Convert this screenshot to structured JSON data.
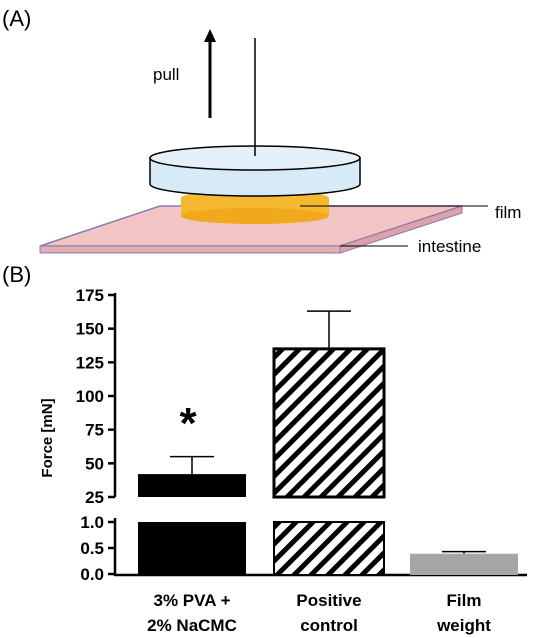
{
  "panel_a": {
    "label": "(A)",
    "pull_label": "pull",
    "film_label": "film",
    "intestine_label": "intestine",
    "colors": {
      "disc_fill": "#d6eaf8",
      "film_fill": "#f5b82e",
      "intestine_fill": "#f2c4c4",
      "intestine_edge": "#8a7ab8"
    }
  },
  "panel_b": {
    "label": "(B)",
    "chart_data": {
      "type": "bar",
      "ylabel": "Force [mN]",
      "axis_break": true,
      "upper_ylim": [
        25,
        175
      ],
      "lower_ylim": [
        0.0,
        1.0
      ],
      "upper_ticks": [
        "25",
        "50",
        "75",
        "100",
        "125",
        "150",
        "175"
      ],
      "lower_ticks": [
        "0.0",
        "0.5",
        "1.0"
      ],
      "categories": [
        {
          "line1": "3% PVA +",
          "line2": "2% NaCMC"
        },
        {
          "line1": "Positive",
          "line2": "control"
        },
        {
          "line1": "Film",
          "line2": "weight"
        }
      ],
      "values": [
        42,
        135,
        0.39
      ],
      "errors": [
        13,
        28,
        0.04
      ],
      "fills": [
        "solid-black",
        "hatched",
        "solid-gray"
      ],
      "colors": {
        "solid": "#000000",
        "gray": "#a6a6a6"
      },
      "annotations": [
        {
          "category_index": 0,
          "text": "*"
        }
      ]
    }
  }
}
